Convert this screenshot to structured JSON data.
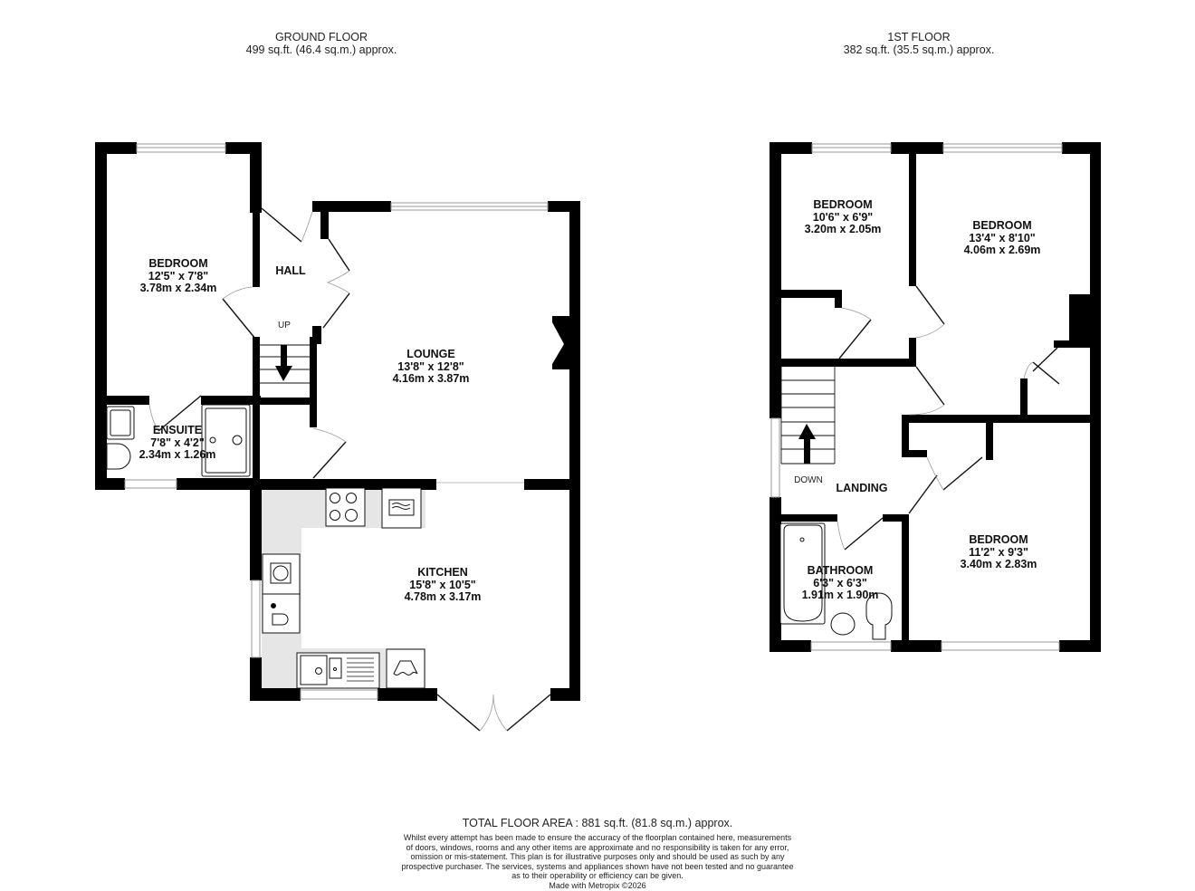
{
  "ground_floor": {
    "title": "GROUND FLOOR",
    "area": "499 sq.ft. (46.4 sq.m.) approx.",
    "rooms": [
      {
        "name": "BEDROOM",
        "imperial": "12'5\"  x 7'8\"",
        "metric": "3.78m  x 2.34m"
      },
      {
        "name": "HALL"
      },
      {
        "name": "LOUNGE",
        "imperial": "13'8\"  x 12'8\"",
        "metric": "4.16m  x 3.87m"
      },
      {
        "name": "ENSUITE",
        "imperial": "7'8\"  x 4'2\"",
        "metric": "2.34m  x 1.26m"
      },
      {
        "name": "KITCHEN",
        "imperial": "15'8\"  x 10'5\"",
        "metric": "4.78m  x 3.17m"
      }
    ],
    "stair_label": "UP"
  },
  "first_floor": {
    "title": "1ST FLOOR",
    "area": "382 sq.ft. (35.5 sq.m.) approx.",
    "rooms": [
      {
        "name": "BEDROOM",
        "imperial": "10'6\"  x 6'9\"",
        "metric": "3.20m  x 2.05m"
      },
      {
        "name": "BEDROOM",
        "imperial": "13'4\"  x 8'10\"",
        "metric": "4.06m  x 2.69m"
      },
      {
        "name": "LANDING"
      },
      {
        "name": "BATHROOM",
        "imperial": "6'3\"  x 6'3\"",
        "metric": "1.91m  x 1.90m"
      },
      {
        "name": "BEDROOM",
        "imperial": "11'2\"  x 9'3\"",
        "metric": "3.40m  x 2.83m"
      }
    ],
    "stair_label": "DOWN"
  },
  "footer": {
    "total": "TOTAL FLOOR AREA : 881 sq.ft. (81.8 sq.m.) approx.",
    "disclaimer": [
      "Whilst every attempt has been made to ensure the accuracy of the floorplan contained here, measurements",
      "of doors, windows, rooms and any other items are approximate and no responsibility is taken for any error,",
      "omission or mis-statement. This plan is for illustrative purposes only and should be used as such by any",
      "prospective purchaser. The services, systems and appliances shown have not been tested and no guarantee",
      "as to their operability or efficiency can be given."
    ],
    "credit": "Made with Metropix ©2026"
  },
  "colors": {
    "wall": "#000000",
    "kitchen_counter": "#e6e6e6",
    "background": "#ffffff"
  }
}
